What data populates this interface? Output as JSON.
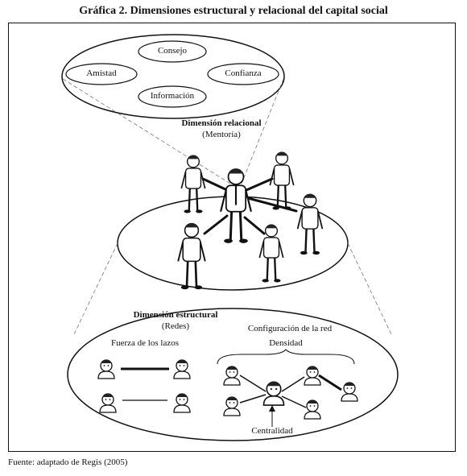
{
  "title": "Gráfica 2. Dimensiones  estructural y relacional del capital social",
  "relational": {
    "heading": "Dimensión relacional",
    "subheading": "(Mentoría)",
    "items": [
      "Consejo",
      "Amistad",
      "Confianza",
      "Información"
    ]
  },
  "structural": {
    "heading": "Dimensión estructural",
    "subheading": "(Redes)",
    "ties_label": "Fuerza de los lazos",
    "config_label": "Configuración de la red",
    "density_label": "Densidad",
    "centrality_label": "Centralidad"
  },
  "source": "Fuente: adaptado de Regis (2005)",
  "icons": [
    "person-icon",
    "mentor-icon",
    "face-icon"
  ]
}
